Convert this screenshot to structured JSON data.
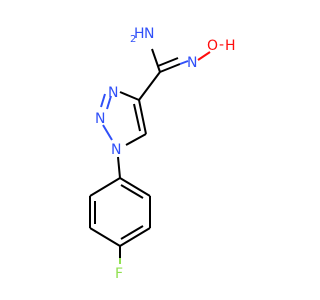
{
  "structure": {
    "atoms": {
      "amine_n": "N",
      "amine_h": "H",
      "oxime_o": "O",
      "oxime_h": "H",
      "oxime_n": "N",
      "triazole_n1": "N",
      "triazole_n2": "N",
      "triazole_n3": "N",
      "fluorine": "F"
    },
    "colors": {
      "nitrogen": "#3050f8",
      "oxygen": "#ff0d0d",
      "fluorine": "#90e050",
      "carbon": "#000000"
    }
  }
}
